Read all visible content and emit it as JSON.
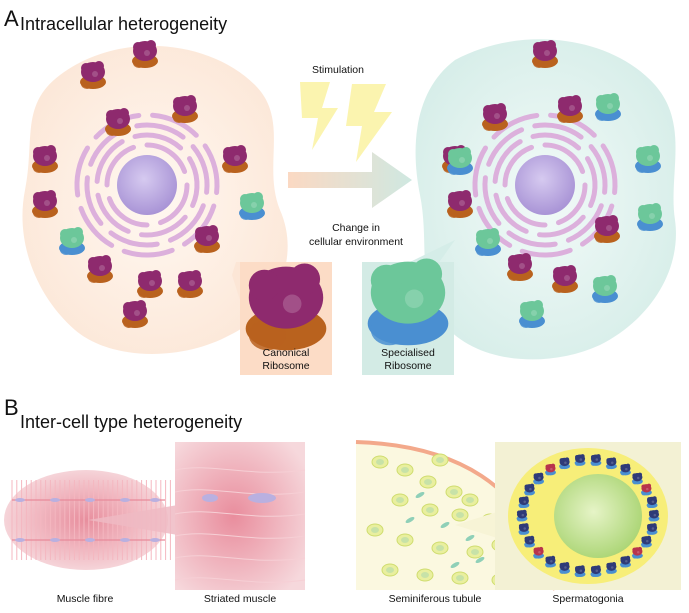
{
  "panelA": {
    "letter": "A",
    "title": "Intracellular heterogeneity",
    "stimulation": "Stimulation",
    "change_line1": "Change in",
    "change_line2": "cellular environment",
    "canonical_line1": "Canonical",
    "canonical_line2": "Ribosome",
    "specialised_line1": "Specialised",
    "specialised_line2": "Ribosome"
  },
  "panelB": {
    "letter": "B",
    "title": "Inter-cell type heterogeneity",
    "muscle_fibre": "Muscle fibre",
    "striated_muscle": "Striated muscle",
    "seminiferous_tubule": "Seminiferous tubule",
    "spermatogonia": "Spermatogonia"
  },
  "colors": {
    "canonical_top": "#8e2a6e",
    "canonical_bottom": "#b9621e",
    "specialised_top": "#6cc79a",
    "specialised_bottom": "#4a8fd1",
    "nucleus": "#b9a6dd",
    "er": "#dcb0dc",
    "cell_left": "#fdeee2",
    "cell_right": "#e1f2ee",
    "bolt": "#fbf3a6"
  }
}
